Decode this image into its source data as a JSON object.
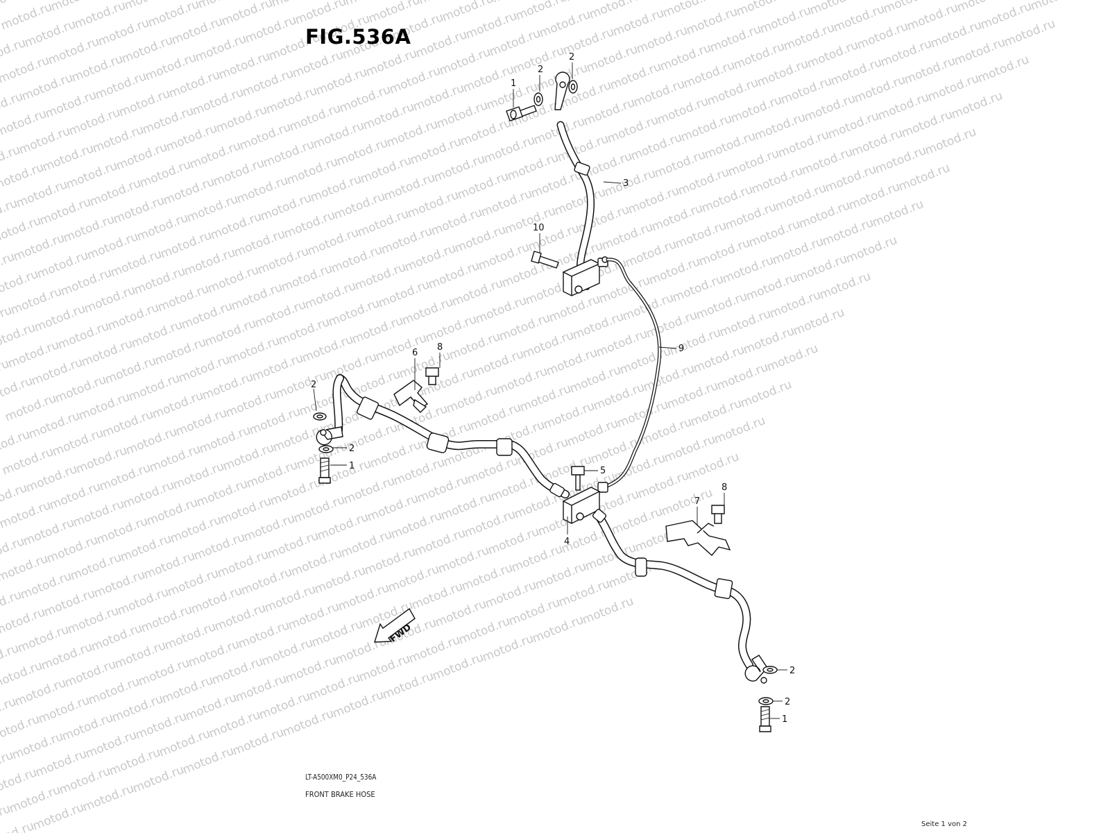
{
  "title": "FIG.536A",
  "code": "LT-A500XM0_P24_536A",
  "caption": "FRONT BRAKE HOSE",
  "page_info": "Seite 1 von 2",
  "watermark": "motod.ru",
  "arrow_label": "FWD",
  "callouts": {
    "c1a": "1",
    "c1b": "1",
    "c1c": "1",
    "c2a": "2",
    "c2b": "2",
    "c2c": "2",
    "c2d": "2",
    "c2e": "2",
    "c2f": "2",
    "c3": "3",
    "c4": "4",
    "c5": "5",
    "c6": "6",
    "c7": "7",
    "c8a": "8",
    "c8b": "8",
    "c9": "9",
    "c10": "10"
  },
  "colors": {
    "ink": "#111111",
    "watermark": "#c8c8c8",
    "background": "#ffffff"
  }
}
